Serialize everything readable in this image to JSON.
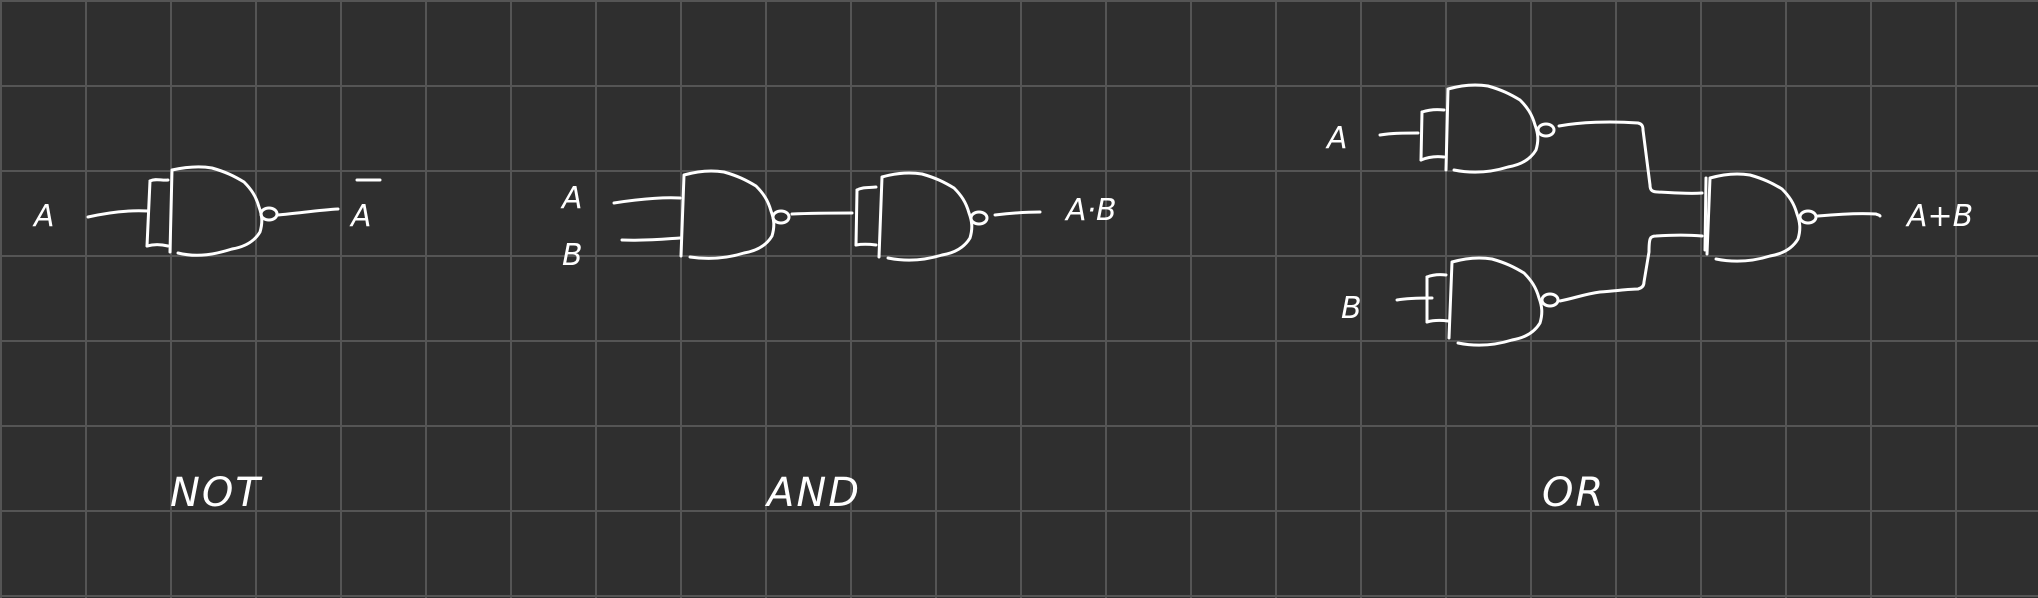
{
  "colors": {
    "background": "#2f2f2f",
    "grid": "#555555",
    "ink": "#ffffff"
  },
  "sections": {
    "not": {
      "caption": "NOT",
      "input": "A",
      "output": "A"
    },
    "and": {
      "caption": "AND",
      "input_a": "A",
      "input_b": "B",
      "output": "A·B"
    },
    "or": {
      "caption": "OR",
      "input_a": "A",
      "input_b": "B",
      "output": "A+B"
    }
  },
  "gate_symbol": "NAND"
}
